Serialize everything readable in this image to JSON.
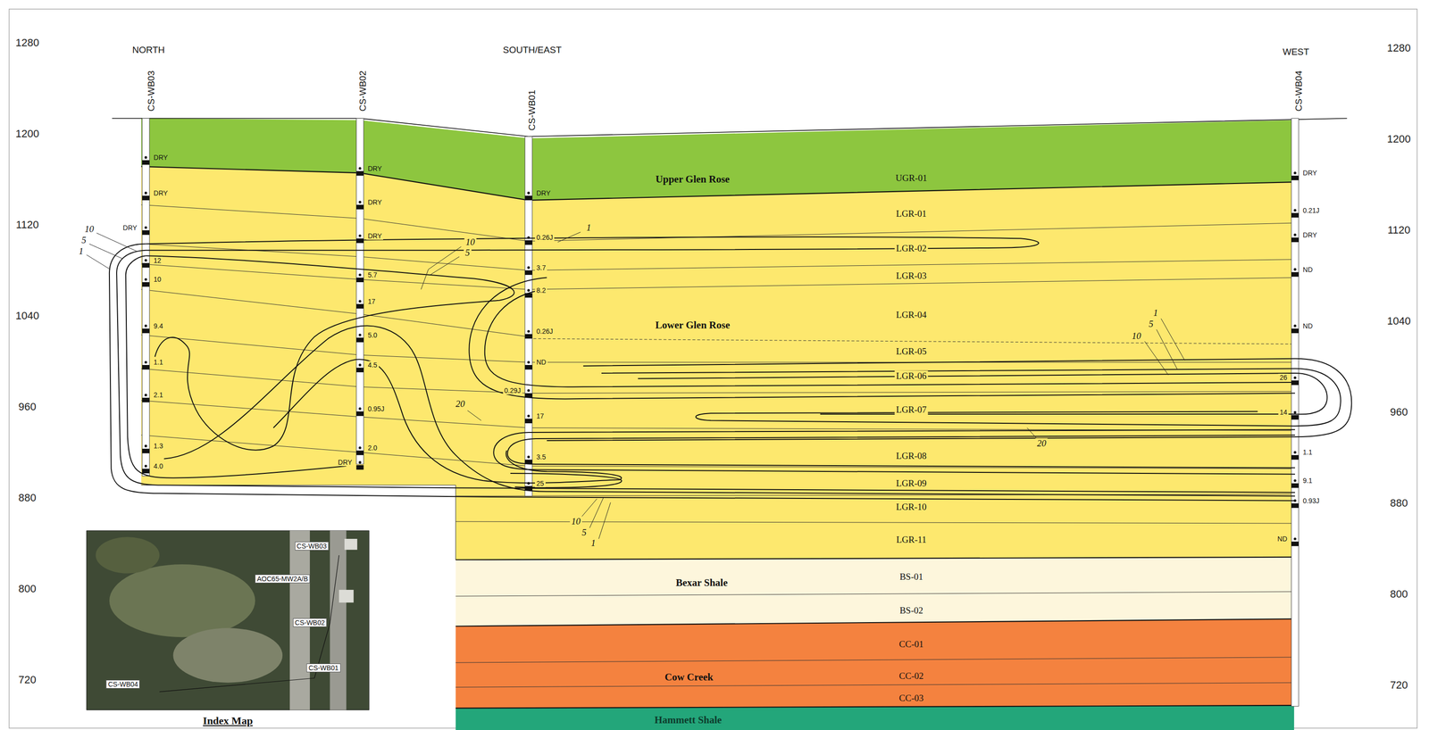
{
  "diagram": {
    "nodes": [
      {
        "text": [
          "Upper Glen Rose",
          "UGR-01"
        ]
      },
      {
        "text": [
          "LGR-01",
          "LGR-02",
          "LGR-03",
          "Lower Glen Rose",
          "LGR-04",
          "LGR-05",
          "LGR-06",
          "LGR-07",
          "LGR-08",
          "LGR-09",
          "LGR-10",
          "LGR-11"
        ]
      },
      {
        "text": [
          "Bexar Shale",
          "BS-01",
          "BS-02"
        ]
      },
      {
        "text": [
          "CC-01",
          "Cow Creek",
          "CC-02",
          "CC-03"
        ]
      },
      {
        "text": [
          "Hammett Shale"
        ]
      },
      {
        "text": [
          "CS-WB03",
          "AOC65-MW2A/B",
          "CS-WB02",
          "CS-WB01",
          "CS-WB04",
          "Index Map"
        ]
      }
    ],
    "labels": [
      "1280",
      "1200",
      "1120",
      "1040",
      "960",
      "880",
      "800",
      "720",
      "1280",
      "1200",
      "1120",
      "1040",
      "960",
      "880",
      "800",
      "720",
      "NORTH",
      "SOUTH/EAST",
      "WEST",
      "CS-WB03",
      "CS-WB02",
      "CS-WB01",
      "CS-WB04",
      "DRY",
      "DRY",
      "DRY",
      "12",
      "10",
      "9.4",
      "1.1",
      "2.1",
      "1.3",
      "4.0",
      "DRY",
      "DRY",
      "DRY",
      "5.7",
      "17",
      "5.0",
      "4.5",
      "0.95J",
      "2.0",
      "DRY",
      "DRY",
      "0.26J",
      "3.7",
      "8.2",
      "0.26J",
      "ND",
      "0.29J",
      "17",
      "3.5",
      "25",
      "DRY",
      "0.21J",
      "DRY",
      "ND",
      "ND",
      "26",
      "14",
      "1.1",
      "9.1",
      "0.93J",
      "ND",
      "10",
      "5",
      "1",
      "10",
      "5",
      "1",
      "20",
      "1",
      "5",
      "10",
      "20",
      "10",
      "5",
      "1"
    ]
  }
}
